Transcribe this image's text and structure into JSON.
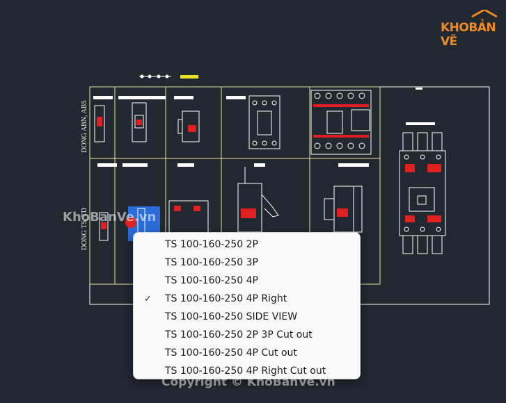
{
  "logo": {
    "text_main": "KHO",
    "text_accent": "BẢN VẼ"
  },
  "drawing": {
    "row_labels": [
      "DONG ABN, ABS",
      "DONG TS, TD"
    ]
  },
  "watermarks": {
    "middle": "KhoBanVe.vn",
    "bottom": "Copyright © KhoBanVe.vn"
  },
  "context_menu": {
    "items": [
      {
        "label": "TS 100-160-250 2P",
        "checked": false
      },
      {
        "label": "TS 100-160-250 3P",
        "checked": false
      },
      {
        "label": "TS 100-160-250 4P",
        "checked": false
      },
      {
        "label": "TS 100-160-250 4P Right",
        "checked": true
      },
      {
        "label": "TS 100-160-250 SIDE VIEW",
        "checked": false
      },
      {
        "label": "TS 100-160-250 2P 3P Cut out",
        "checked": false
      },
      {
        "label": "TS 100-160-250 4P Cut out",
        "checked": false
      },
      {
        "label": "TS 100-160-250 4P Right Cut out",
        "checked": false
      }
    ],
    "check_glyph": "✓"
  },
  "colors": {
    "background": "#212830",
    "frame": "#ffffff",
    "table_border": "#e6e8a0",
    "accent_red": "#e02020",
    "accent_blue": "#2a6cd8",
    "accent_yellow": "#e8e020",
    "logo_orange": "#f08a24"
  }
}
